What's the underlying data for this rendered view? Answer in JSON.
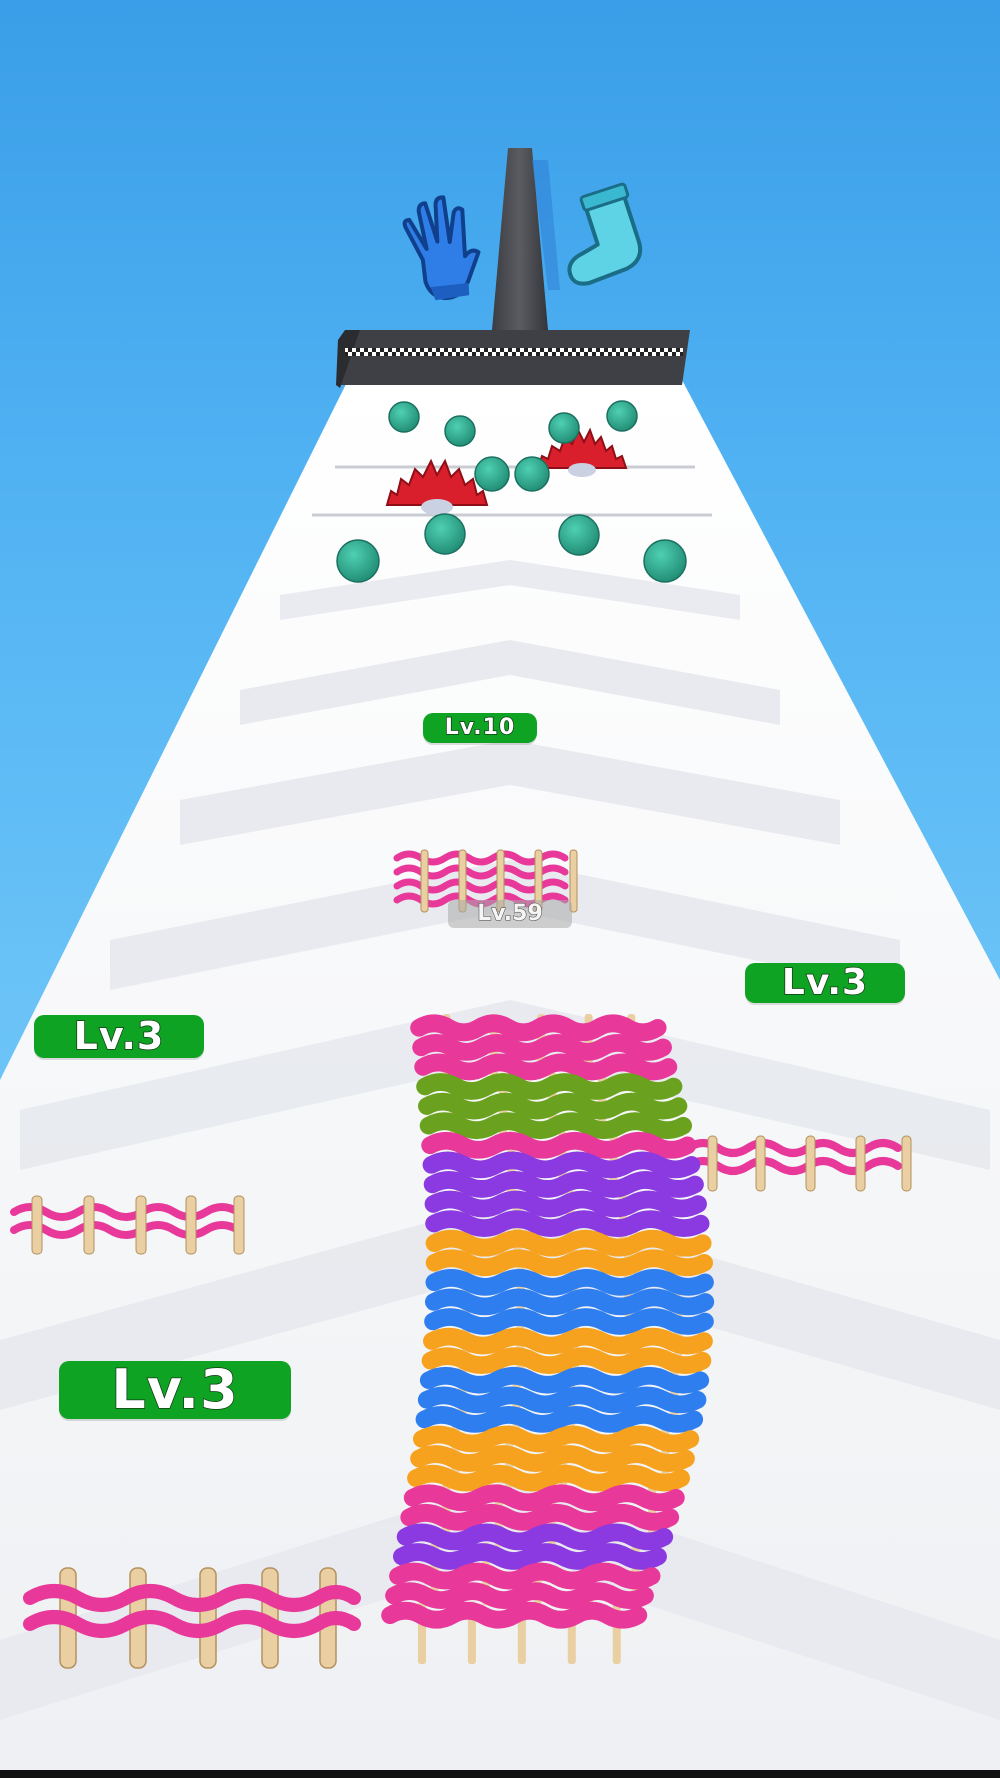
{
  "game": {
    "badges": {
      "far": "Lv.10",
      "mid_gray": "Lv.59",
      "right": "Lv.3",
      "left_upper": "Lv.3",
      "left_lower": "Lv.3"
    },
    "rewards": [
      "blue-glove",
      "cyan-sock"
    ],
    "colors": {
      "sky": "#4fb1f2",
      "track": "#f7f7f9",
      "badge": "#0fa323",
      "yarn_pink": "#e8389a",
      "yarn_green": "#6aa11f",
      "yarn_purple": "#8a3ae0",
      "yarn_orange": "#f6a21f",
      "yarn_blue": "#2f7ef0",
      "yarn_ball": "#2fa98f",
      "saw": "#d91f2b"
    }
  }
}
